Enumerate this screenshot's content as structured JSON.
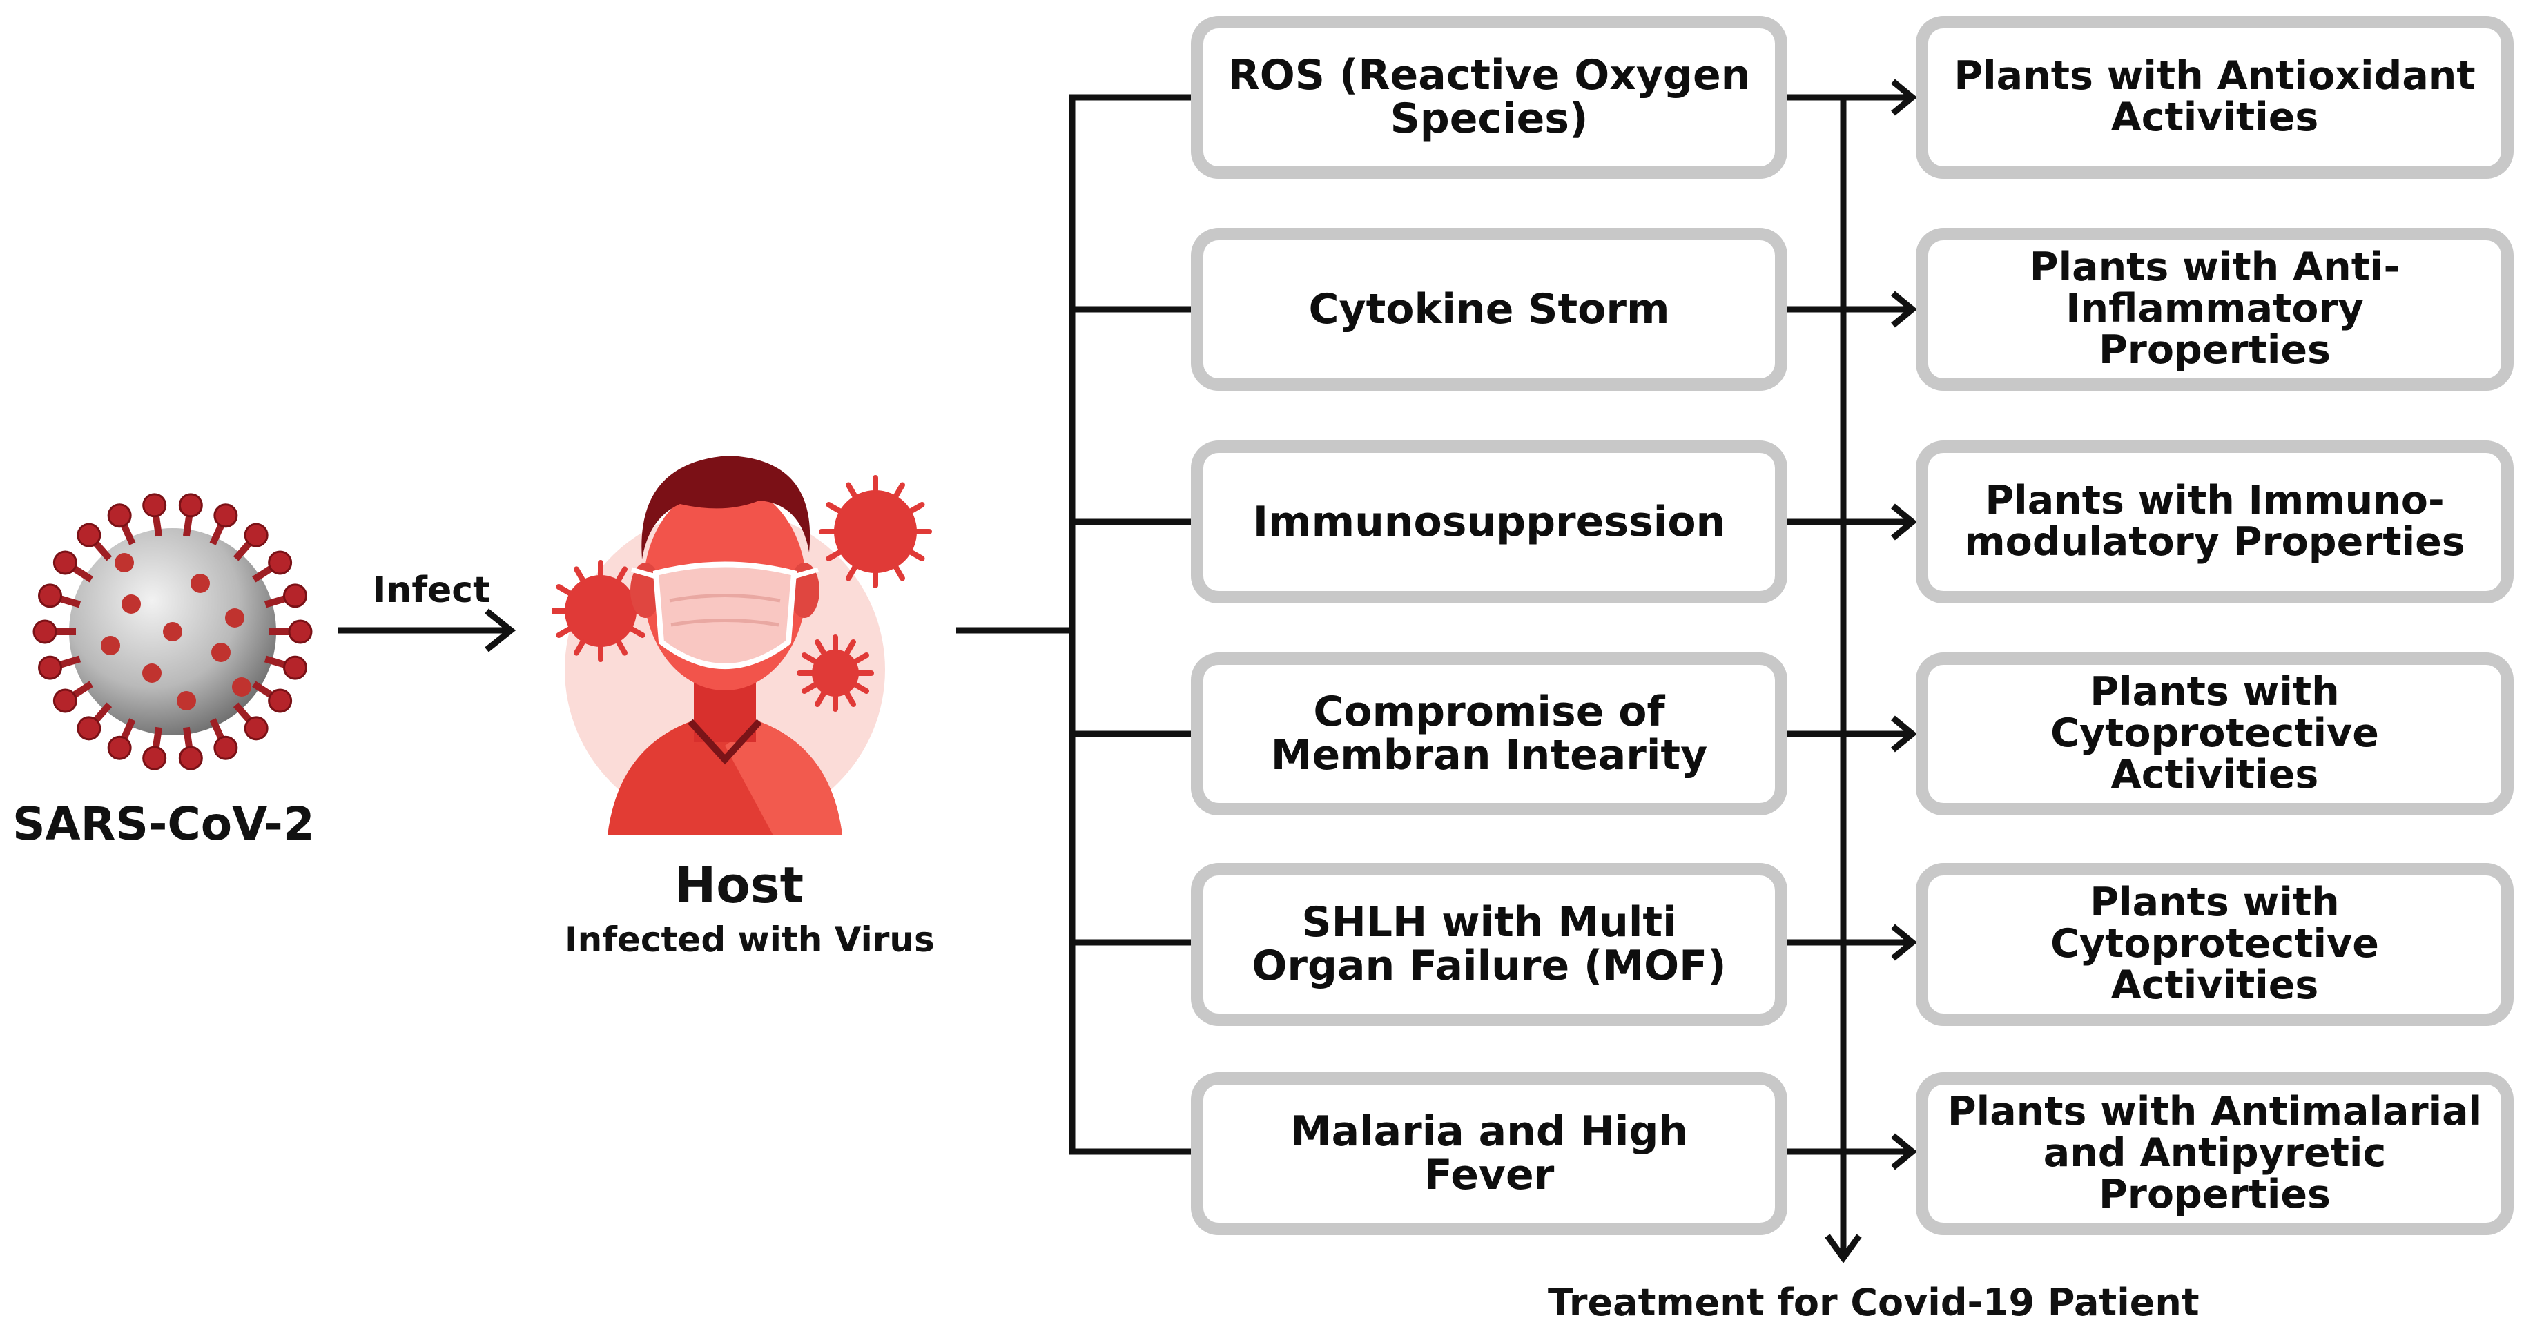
{
  "virus": {
    "name": "SARS-CoV-2",
    "icon": "coronavirus-icon"
  },
  "arrow_label": "Infect",
  "host": {
    "title": "Host",
    "subtitle": "Infected with Virus",
    "icon": "masked-person-icon"
  },
  "conditions": [
    "ROS (Reactive Oxygen Species)",
    "Cytokine Storm",
    "Immunosuppression",
    "Compromise of Membran Intearity",
    "SHLH with Multi Organ Failure (MOF)",
    "Malaria and High Fever"
  ],
  "treatments": [
    "Plants with Antioxidant Activities",
    "Plants with Anti-Inflammatory Properties",
    "Plants with Immuno-modulatory Properties",
    "Plants with Cytoprotective Activities",
    "Plants with Cytoprotective Activities",
    "Plants with Antimalarial and Antipyretic Properties"
  ],
  "outcome": "Treatment for Covid-19 Patient",
  "colors": {
    "virus_red": "#b5242a",
    "host_red": "#e8483d",
    "box_border": "#c8c8c8",
    "line": "#111111"
  }
}
